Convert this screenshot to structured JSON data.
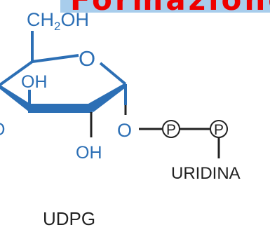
{
  "header": {
    "title_fragment": "Formazione"
  },
  "structure": {
    "ch2oh_prefix": "CH",
    "ch2oh_sub": "2",
    "ch2oh_suffix": "OH",
    "ring_oxygen": "O",
    "hydroxyl_upper": "OH",
    "hydroxyl_lower": "OH",
    "linker_oxygen": "O",
    "phosphate_1": "P",
    "phosphate_2": "P",
    "nucleoside": "URIDINA"
  },
  "caption": {
    "label": "UDPG"
  },
  "colors": {
    "ring_blue": "#2c6fb5",
    "bond_dark": "#222222",
    "title_red": "#ee0000",
    "banner_blue": "#a8cdec"
  }
}
